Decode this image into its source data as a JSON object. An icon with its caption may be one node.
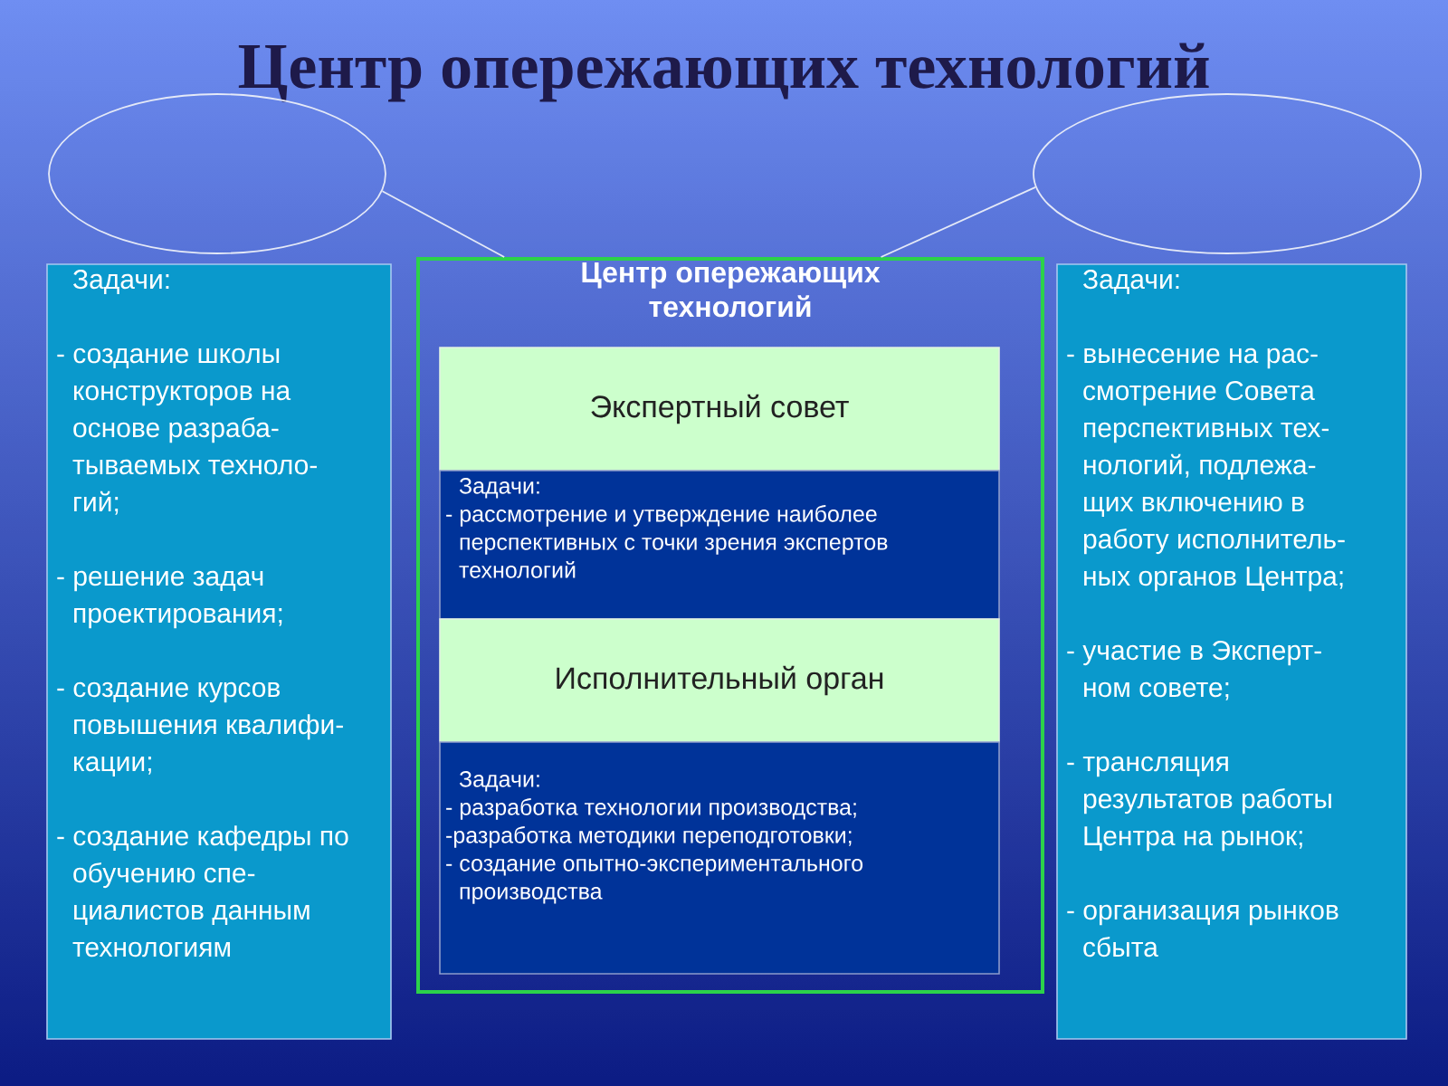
{
  "diagram": {
    "title": "Центр опережающих технологий",
    "nodes": [
      {
        "text": [],
        "shape": "ellipse"
      },
      {
        "text": [],
        "shape": "ellipse"
      },
      {
        "text": [
          "Задачи:",
          "- создание школы конструкторов на основе разраба- тываемых техноло- гий;",
          "- решение задач проектирования;",
          "- создание курсов повышения квалифи- кации;",
          "- создание кафедры по обучению спе- циалистов данным технологиям"
        ]
      },
      {
        "text": [
          "Центр опережающих технологий"
        ]
      },
      {
        "text": [
          "Экспертный совет"
        ],
        "in": 3
      },
      {
        "text": [
          "Задачи:",
          "- рассмотрение и утверждение наиболее перспективных с точки зрения экспертов технологий"
        ],
        "in": 3
      },
      {
        "text": [
          "Исполнительный орган"
        ],
        "in": 3
      },
      {
        "text": [
          "Задачи:",
          "- разработка технологии производства;",
          "-разработка методики переподготовки;",
          "- создание опытно-экспериментального производства"
        ],
        "in": 3
      },
      {
        "text": [
          "Задачи:",
          "- вынесение на рас- смотрение Совета перспективных тех- нологий, подлежа- щих включению в работу исполнитель- ных органов Центра;",
          "- участие в Эксперт- ном совете;",
          "- трансляция результатов работы Центра на рынок;",
          "- организация рынков сбыта"
        ]
      }
    ],
    "edges": [
      {
        "from": 0,
        "to": 3,
        "arrow": "none"
      },
      {
        "from": 1,
        "to": 3,
        "arrow": "none"
      }
    ]
  }
}
